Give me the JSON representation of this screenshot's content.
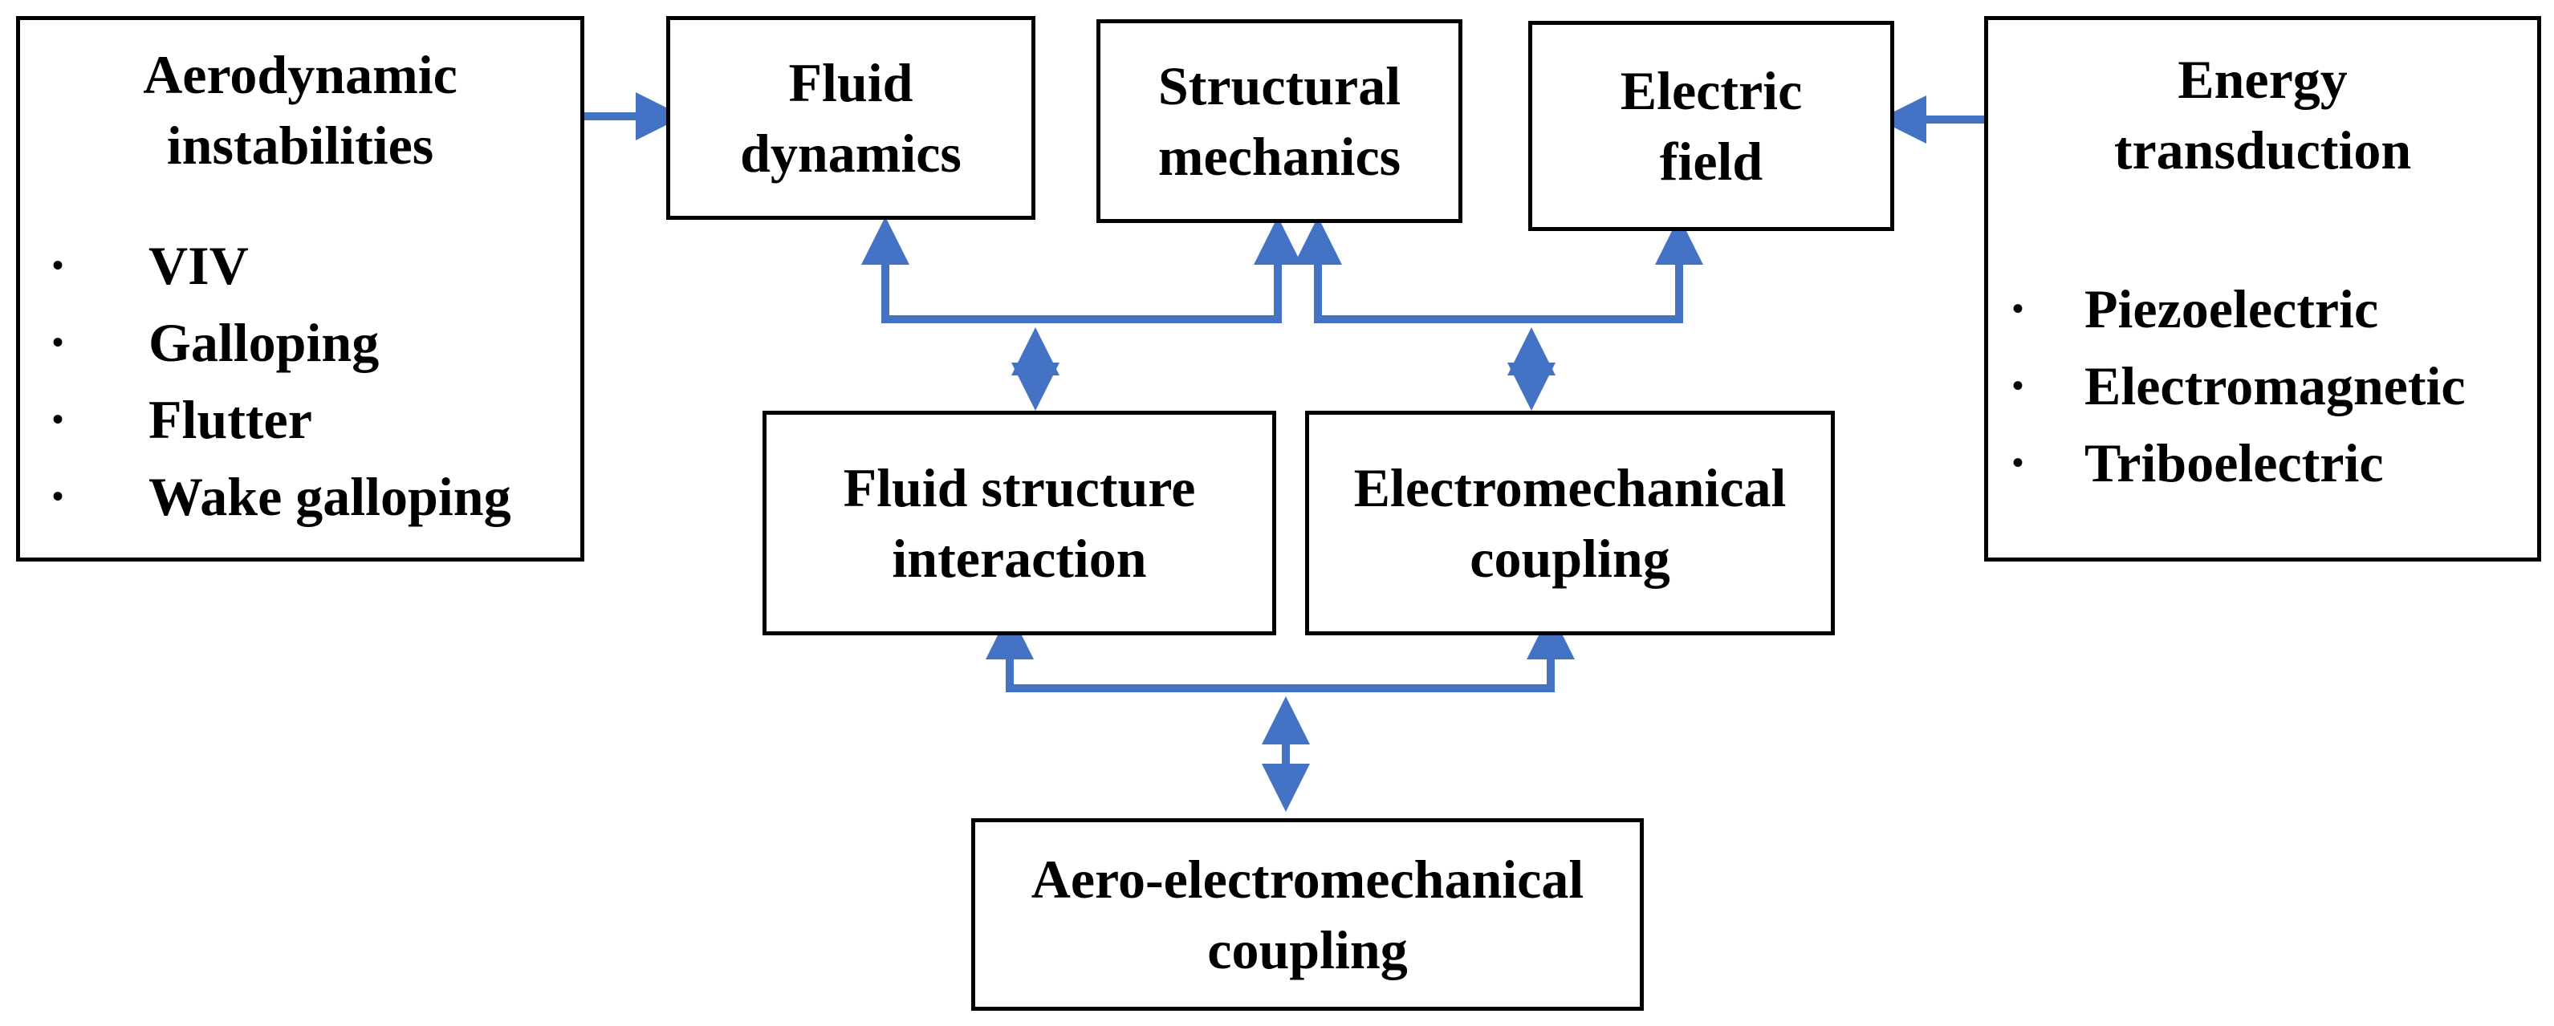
{
  "colors": {
    "arrow": "#4472C4",
    "border": "#000000"
  },
  "boxes": {
    "aero": {
      "title": [
        "Aerodynamic",
        "instabilities"
      ],
      "items": [
        "VIV",
        "Galloping",
        "Flutter",
        "Wake galloping"
      ]
    },
    "fluid_dynamics": {
      "title": [
        "Fluid",
        "dynamics"
      ]
    },
    "structural_mechanics": {
      "title": [
        "Structural",
        "mechanics"
      ]
    },
    "electric_field": {
      "title": [
        "Electric",
        "field"
      ]
    },
    "energy": {
      "title": [
        "Energy",
        "transduction"
      ],
      "items": [
        "Piezoelectric",
        "Electromagnetic",
        "Triboelectric"
      ]
    },
    "fsi": {
      "title": [
        "Fluid structure",
        "interaction"
      ]
    },
    "electromech": {
      "title": [
        "Electromechanical",
        "coupling"
      ]
    },
    "aeroelectro": {
      "title": [
        "Aero-electromechanical",
        "coupling"
      ]
    }
  },
  "bullet_symbol": "•"
}
